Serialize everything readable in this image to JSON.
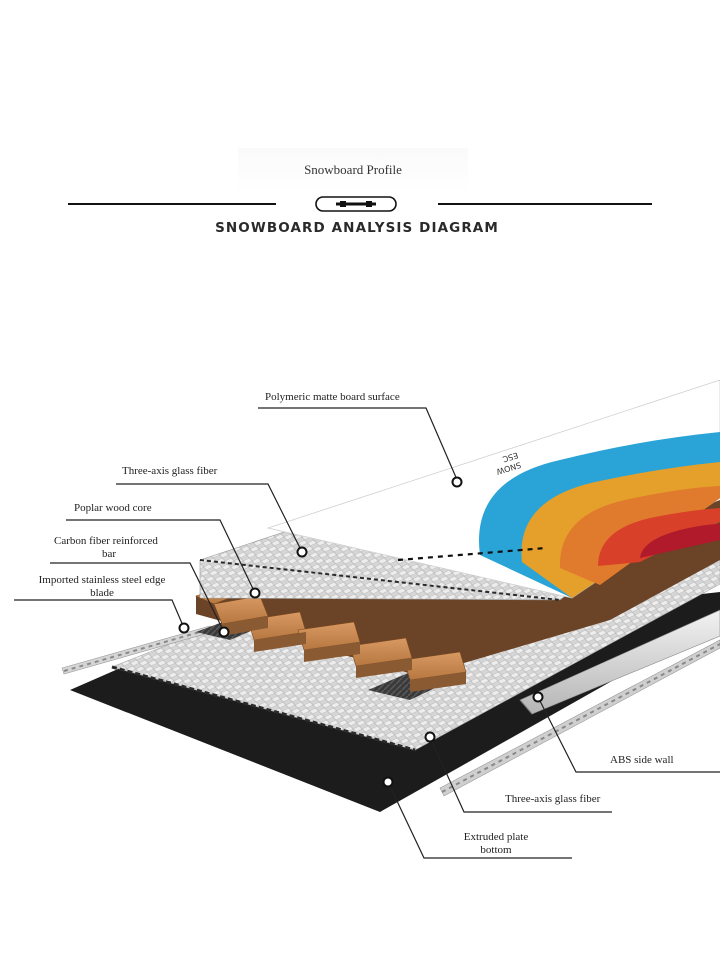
{
  "header": {
    "subtitle": "Snowboard Profile",
    "title": "SNOWBOARD ANALYSIS DIAGRAM"
  },
  "board_graphic_text": {
    "line1": "SNOW",
    "line2": "ESC"
  },
  "layers": [
    {
      "id": "surface",
      "label": "Polymeric matte board surface"
    },
    {
      "id": "glass-top",
      "label": "Three-axis glass fiber"
    },
    {
      "id": "core",
      "label": "Poplar wood core"
    },
    {
      "id": "carbon",
      "label_line1": "Carbon fiber reinforced",
      "label_line2": "bar"
    },
    {
      "id": "edge",
      "label_line1": "Imported stainless steel edge",
      "label_line2": "blade"
    },
    {
      "id": "abs",
      "label": "ABS side wall"
    },
    {
      "id": "glass-bottom",
      "label": "Three-axis glass fiber"
    },
    {
      "id": "base",
      "label_line1": "Extruded plate",
      "label_line2": "bottom"
    }
  ],
  "colors": {
    "wave_blue": "#2aa3d6",
    "wave_yellow": "#e4a02a",
    "wave_orange": "#e07a2c",
    "wave_red": "#d8402a",
    "wave_crimson": "#b01a2a",
    "wood": "#b97a45",
    "base_black": "#1c1c1c"
  }
}
